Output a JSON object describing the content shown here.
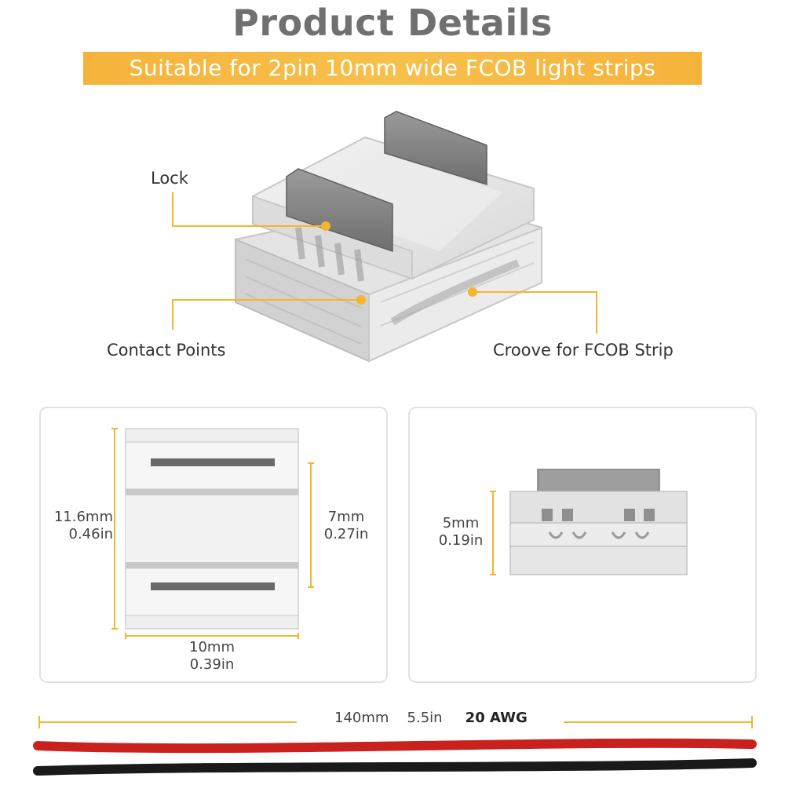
{
  "header": {
    "title": "Product Details",
    "subtitle": "Suitable for 2pin 10mm wide FCOB light strips"
  },
  "callouts": {
    "lock": "Lock",
    "contact_points": "Contact Points",
    "groove": "Croove for FCOB Strip"
  },
  "top_view": {
    "height_mm": "11.6mm",
    "height_in": "0.46in",
    "inner_mm": "7mm",
    "inner_in": "0.27in",
    "width_mm": "10mm",
    "width_in": "0.39in"
  },
  "side_view": {
    "height_mm": "5mm",
    "height_in": "0.19in"
  },
  "wire": {
    "length_mm": "140mm",
    "length_in": "5.5in",
    "gauge": "20 AWG"
  },
  "colors": {
    "accent": "#f5b52f",
    "title_gray": "#707070",
    "wire_red": "#c9211e",
    "wire_black": "#1a1a1a"
  }
}
